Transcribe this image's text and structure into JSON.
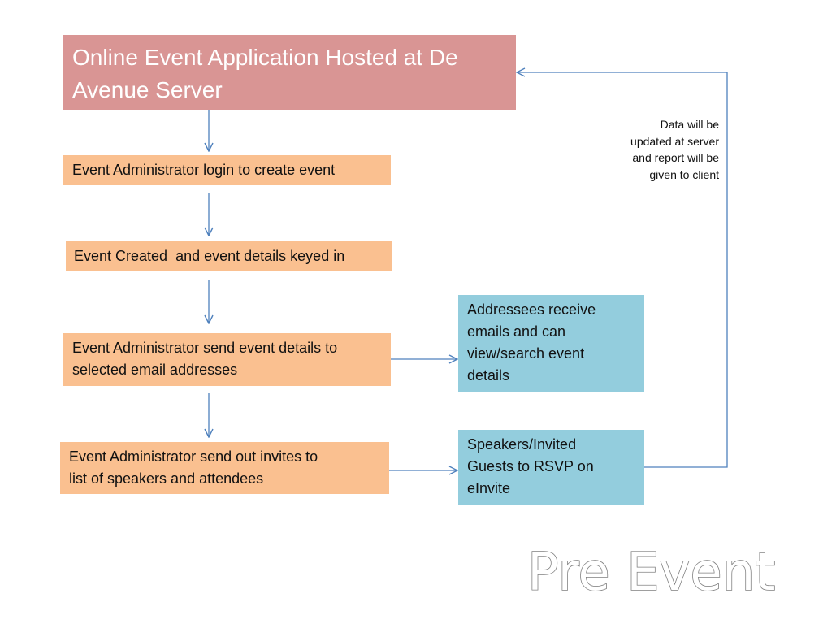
{
  "colors": {
    "server_box": "#d99594",
    "step_box": "#fac090",
    "outcome_box": "#93cddd",
    "connector": "#4f81bd",
    "title_fill": "#ffffff",
    "title_stroke": "#7f7f7f"
  },
  "nodes": {
    "server": {
      "lines": [
        "Online Event Application Hosted at De",
        "Avenue Server"
      ]
    },
    "login": {
      "lines": [
        "Event Administrator login to create event"
      ]
    },
    "created": {
      "lines": [
        "Event Created  and event details keyed in"
      ]
    },
    "send_details": {
      "lines": [
        "Event Administrator send event details to",
        "selected email addresses"
      ]
    },
    "invites": {
      "lines": [
        "Event Administrator send out invites to",
        "list of speakers and attendees"
      ]
    },
    "addressees": {
      "lines": [
        "Addressees receive",
        "emails and can",
        "view/search event",
        "details"
      ]
    },
    "rsvp": {
      "lines": [
        "Speakers/Invited",
        "Guests to RSVP on",
        "eInvite"
      ]
    }
  },
  "note": {
    "lines": [
      "Data will be",
      "updated at server",
      "and report will be",
      "given to client"
    ]
  },
  "edges": [
    {
      "from": "server",
      "to": "login"
    },
    {
      "from": "login",
      "to": "created"
    },
    {
      "from": "created",
      "to": "send_details"
    },
    {
      "from": "send_details",
      "to": "invites"
    },
    {
      "from": "send_details",
      "to": "addressees"
    },
    {
      "from": "invites",
      "to": "rsvp"
    },
    {
      "from": "rsvp",
      "to": "server"
    }
  ],
  "title": {
    "text": "Pre Event"
  }
}
